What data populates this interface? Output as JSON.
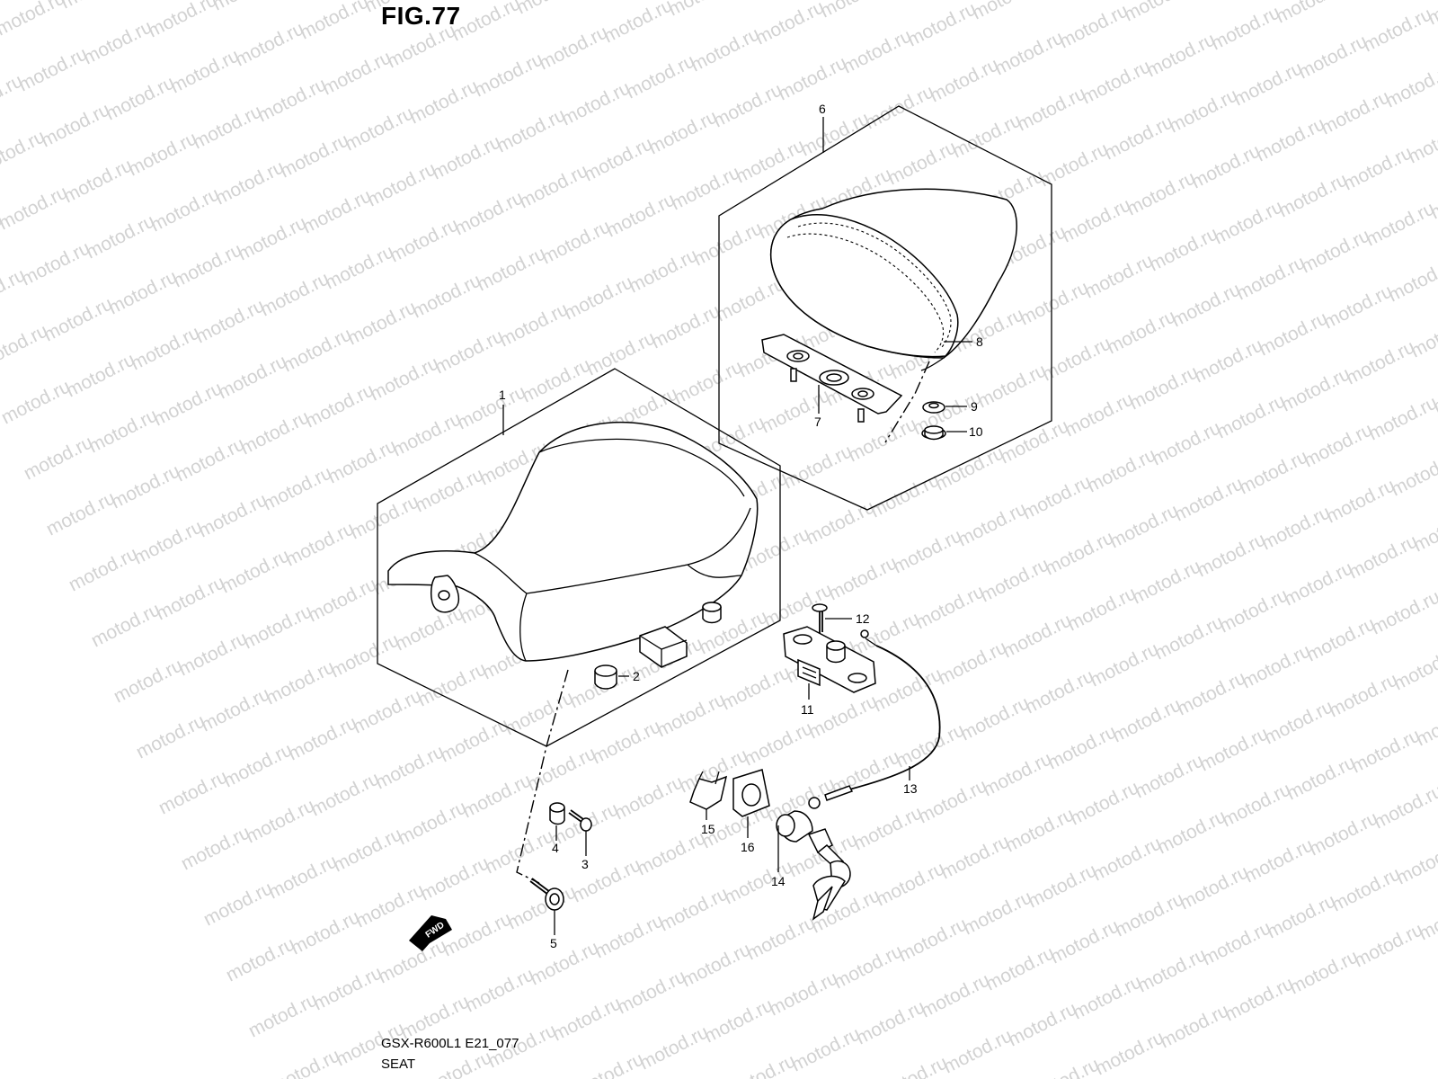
{
  "figure": {
    "title": "FIG.77",
    "code": "GSX-R600L1 E21_077",
    "caption": "SEAT"
  },
  "watermark": "motod.ru",
  "direction_arrow": "FWD",
  "callouts": [
    "1",
    "2",
    "3",
    "4",
    "5",
    "6",
    "7",
    "8",
    "9",
    "10",
    "11",
    "12",
    "13",
    "14",
    "15",
    "16"
  ]
}
